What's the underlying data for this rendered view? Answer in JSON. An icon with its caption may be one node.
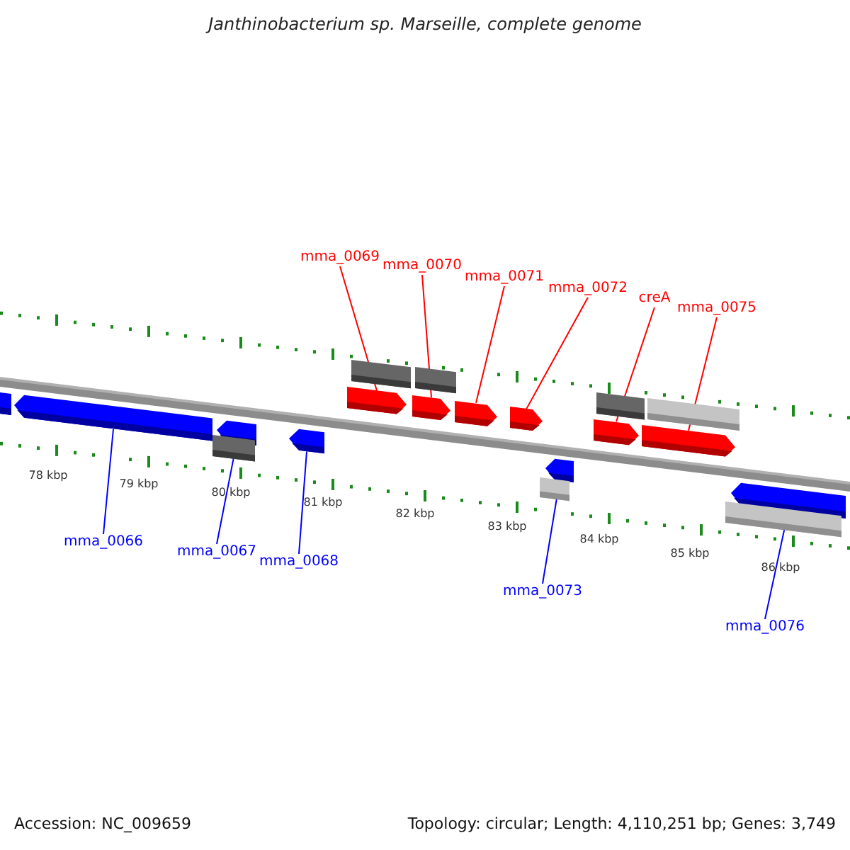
{
  "diagram": {
    "title": "Janthinobacterium sp. Marseille, complete genome",
    "nodes": [
      {
        "text": [
          "mma_0069"
        ]
      },
      {
        "text": [
          "mma_0070"
        ]
      },
      {
        "text": [
          "mma_0071"
        ]
      },
      {
        "text": [
          "mma_0072"
        ]
      },
      {
        "text": [
          "creA"
        ]
      },
      {
        "text": [
          "mma_0075"
        ]
      },
      {
        "text": [],
        "shape": "bar"
      },
      {
        "text": [],
        "shape": "bar"
      },
      {
        "text": [],
        "shape": "bar"
      },
      {
        "text": [],
        "shape": "bar"
      },
      {
        "text": [],
        "shape": "arrow"
      },
      {
        "text": [],
        "shape": "arrow"
      },
      {
        "text": [],
        "shape": "arrow"
      },
      {
        "text": [],
        "shape": "arrow"
      },
      {
        "text": [],
        "shape": "arrow"
      },
      {
        "text": [],
        "shape": "arrow"
      },
      {
        "text": [],
        "shape": "arrow"
      },
      {
        "text": [],
        "shape": "arrow"
      },
      {
        "text": [],
        "shape": "arrow"
      },
      {
        "text": [],
        "shape": "arrow"
      },
      {
        "text": [],
        "shape": "arrow"
      },
      {
        "text": [],
        "shape": "arrow"
      },
      {
        "text": [],
        "shape": "bar"
      },
      {
        "text": [],
        "shape": "bar"
      },
      {
        "text": [],
        "shape": "bar"
      },
      {
        "text": [
          "mma_0066"
        ]
      },
      {
        "text": [
          "mma_0067"
        ]
      },
      {
        "text": [
          "mma_0068"
        ]
      },
      {
        "text": [
          "mma_0073"
        ]
      },
      {
        "text": [
          "mma_0076"
        ]
      }
    ],
    "edges": [
      {
        "from": 0,
        "to": 10,
        "arrow": "none"
      },
      {
        "from": 1,
        "to": 11,
        "arrow": "none"
      },
      {
        "from": 2,
        "to": 12,
        "arrow": "none"
      },
      {
        "from": 3,
        "to": 13,
        "arrow": "none"
      },
      {
        "from": 4,
        "to": 14,
        "arrow": "none"
      },
      {
        "from": 5,
        "to": 15,
        "arrow": "none"
      },
      {
        "from": 25,
        "to": 17,
        "arrow": "none",
        "color": "#0000ff"
      },
      {
        "from": 26,
        "to": 18,
        "arrow": "none",
        "color": "#0000ff"
      },
      {
        "from": 27,
        "to": 19,
        "arrow": "none",
        "color": "#0000ff"
      },
      {
        "from": 28,
        "to": 20,
        "arrow": "none",
        "color": "#0000ff"
      },
      {
        "from": 29,
        "to": 21,
        "arrow": "none",
        "color": "#0000ff"
      }
    ],
    "labels": [
      "78 kbp",
      "79 kbp",
      "80 kbp",
      "81 kbp",
      "82 kbp",
      "83 kbp",
      "84 kbp",
      "85 kbp",
      "86 kbp",
      "Accession: NC_009659",
      "Topology: circular; Length: 4,110,251 bp; Genes: 3,749"
    ]
  }
}
